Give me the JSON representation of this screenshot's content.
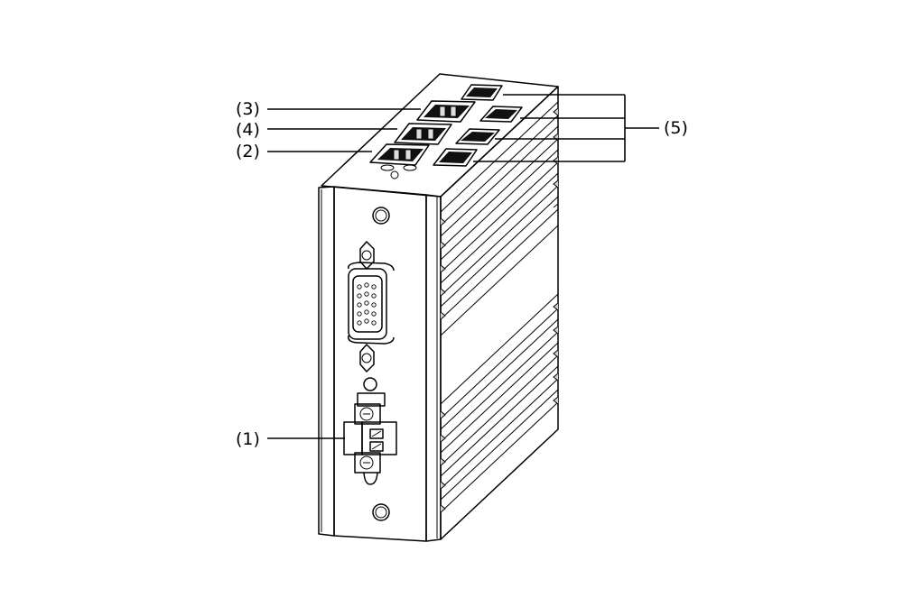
{
  "callouts": [
    {
      "id": "3",
      "label": "(3)"
    },
    {
      "id": "4",
      "label": "(4)"
    },
    {
      "id": "2",
      "label": "(2)"
    },
    {
      "id": "5",
      "label": "(5)"
    },
    {
      "id": "1",
      "label": "(1)"
    }
  ],
  "colors": {
    "line": "#000000",
    "housing_front": "#e4e4e4",
    "housing_top": "#dcdcdc",
    "housing_side": "#d6d6d6",
    "port": "#111111"
  }
}
